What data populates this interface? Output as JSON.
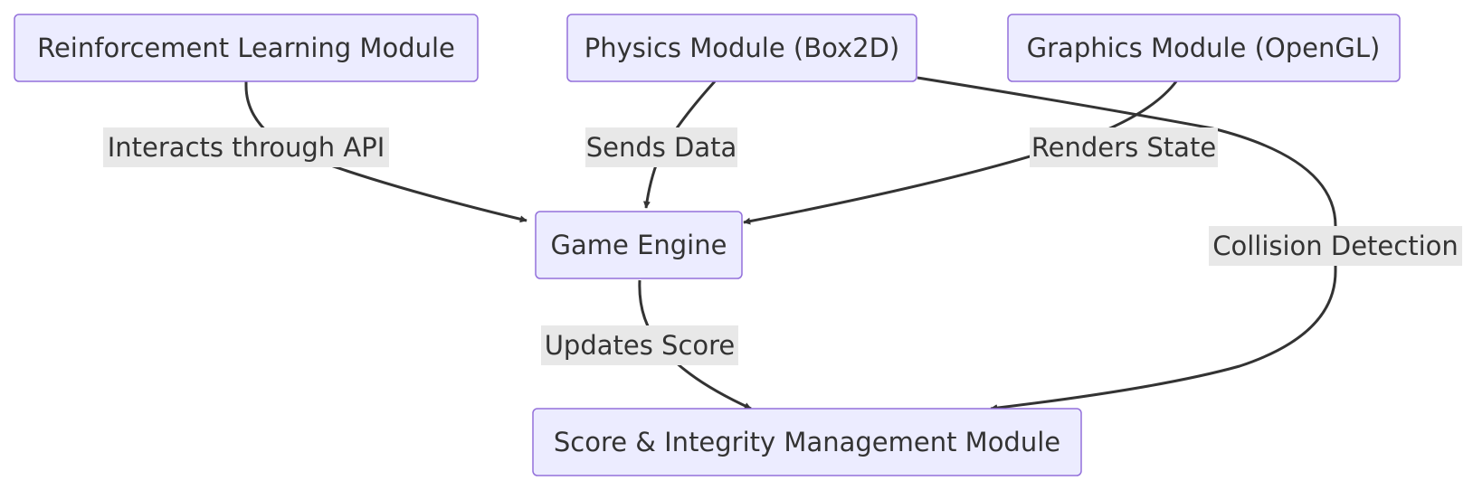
{
  "nodes": {
    "rl": "Reinforcement Learning Module",
    "physics": "Physics Module (Box2D)",
    "graphics": "Graphics Module (OpenGL)",
    "engine": "Game Engine",
    "score": "Score & Integrity Management Module"
  },
  "edges": {
    "rl_engine": "Interacts through API",
    "physics_engine": "Sends Data",
    "graphics_engine": "Renders State",
    "physics_score": "Collision Detection",
    "engine_score": "Updates Score"
  },
  "colors": {
    "node_fill": "#ececff",
    "node_stroke": "#9370db",
    "edge": "#333333",
    "label_background": "#e8e8e8",
    "text": "#333333"
  }
}
